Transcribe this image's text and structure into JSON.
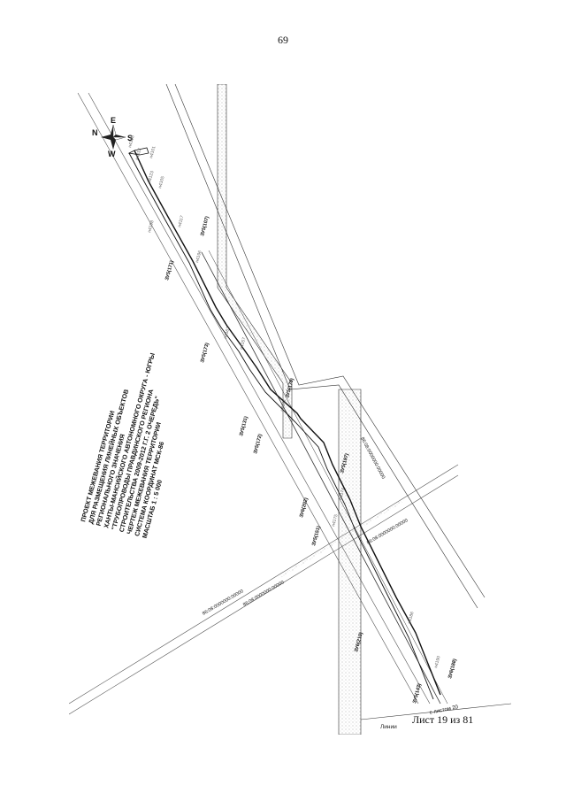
{
  "page_number": "69",
  "title_lines": [
    "ПРОЕКТ МЕЖЕВАНИЯ ТЕРРИТОРИИ",
    "ДЛЯ РАЗМЕЩЕНИЯ ЛИНЕЙНЫХ ОБЪЕКТОВ",
    "РЕГИОНАЛЬНОГО ЗНАЧЕНИЯ",
    "ХАНТЫ-МАНСИЙСКОГО АВТОНОМНОГО ОКРУГА - ЮГРЫ",
    "\"ТРУБОПРОВОДЫ ПРАВДИНСКОГО РЕГИОНА",
    "СТРОИТЕЛЬСТВА 2009-2012 Г.Г. 2 ОЧЕРЕДЬ\"",
    "ЧЕРТЕЖ МЕЖЕВАНИЯ ТЕРРИТОРИИ",
    "СИСТЕМА КООРДИНАТ МСК-86",
    "МАСШТАБ 1 : 5 000"
  ],
  "compass": {
    "n": "N",
    "e": "E",
    "s": "S",
    "w": "W"
  },
  "parcels": [
    "ЗУ5(107)",
    "ЗУ5(171)",
    "ЗУ5(173)",
    "ЗУ5(179)",
    "ЗУ5(131)",
    "ЗУ5(172)",
    "ЗУ5(197)",
    "ЗУ6(202)",
    "ЗУ5(151)",
    "ЗУ6(210)",
    "ЗУ5(143)",
    "ЗУ6(188)"
  ],
  "points": [
    "н4108",
    "н4112",
    "н4101",
    "н4123",
    "н4105",
    "н4198",
    "н4117",
    "н4196",
    "н4157",
    "н4162",
    "н4147",
    "н4174",
    "н4175",
    "н4186",
    "н4190"
  ],
  "cadastral_numbers": [
    "86:08:0000000:00000",
    "86:08:0000000:00000",
    "86:08:0000000:00000",
    "86:08:0000000:00000"
  ],
  "sheet_label": "Лист 19 из 81",
  "continuation_note": "с листом 20",
  "line_note": "Линии",
  "colors": {
    "line": "#111111",
    "road_fill": "#cfcfcf",
    "stipple": "#9a9a9a"
  }
}
